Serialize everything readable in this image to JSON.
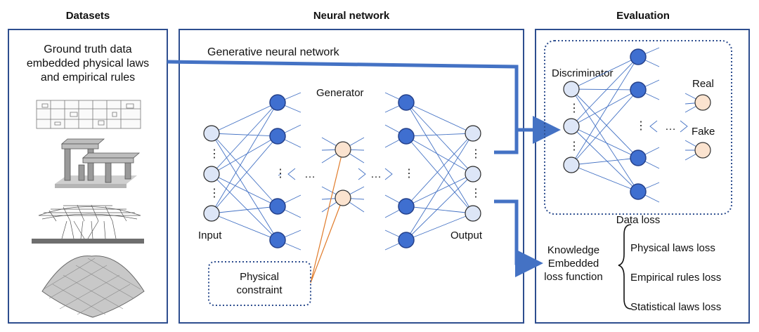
{
  "headers": {
    "datasets": "Datasets",
    "neural_network": "Neural network",
    "evaluation": "Evaluation"
  },
  "datasets": {
    "line1": "Ground truth data",
    "line2": "embedded physical laws",
    "line3": "and empirical rules"
  },
  "network": {
    "gnn_label": "Generative neural network",
    "generator_label": "Generator",
    "input_label": "Input",
    "output_label": "Output",
    "constraint_line1": "Physical",
    "constraint_line2": "constraint"
  },
  "evaluation": {
    "discriminator_label": "Discriminator",
    "real_label": "Real",
    "fake_label": "Fake",
    "data_loss_label": "Data loss",
    "knowledge_line1": "Knowledge",
    "knowledge_line2": "Embedded",
    "knowledge_line3": "loss function",
    "losses": [
      "Physical laws loss",
      "Empirical rules loss",
      "Statistical laws loss"
    ]
  },
  "colors": {
    "panel_border": "#2e4e8f",
    "arrow": "#4472c4",
    "hidden_node": "#3f6fd0",
    "input_node": "#dde6f7",
    "latent_node": "#fbe3cf",
    "constraint_link": "#e07b2a"
  }
}
